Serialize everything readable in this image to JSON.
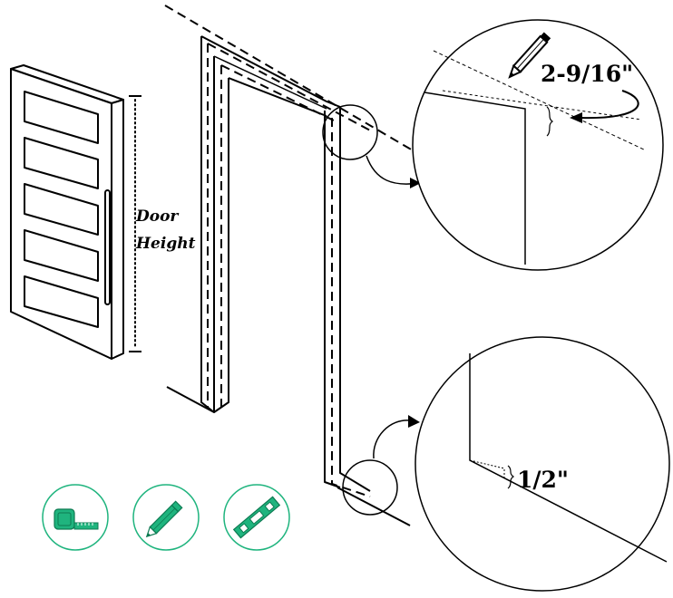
{
  "door_height_label": {
    "line1": "Door",
    "line2": "Height"
  },
  "top_detail": {
    "dimension": "2-9/16\""
  },
  "bottom_detail": {
    "dimension": "1/2\""
  },
  "tools": [
    {
      "name": "tape-measure",
      "color": "#1fb47e"
    },
    {
      "name": "pencil",
      "color": "#1fb47e"
    },
    {
      "name": "level",
      "color": "#1fb47e"
    }
  ],
  "colors": {
    "line": "#000000",
    "tool_accent": "#1fb47e"
  }
}
